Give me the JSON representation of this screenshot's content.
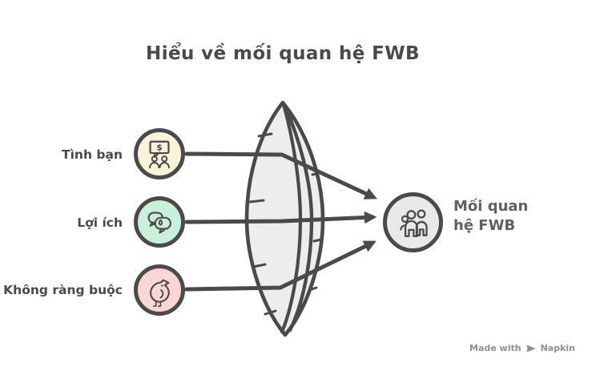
{
  "title": "Hiểu về mối quan hệ FWB",
  "inputs": [
    {
      "label": "Tình bạn",
      "icon": "people-money-chat-icon",
      "bubble_glyph": "$"
    },
    {
      "label": "Lợi ích",
      "icon": "speech-bubbles-icon"
    },
    {
      "label": "Không ràng buộc",
      "icon": "bird-icon"
    }
  ],
  "output": {
    "label": "Mối quan hệ FWB",
    "icon": "people-group-icon"
  },
  "badge": {
    "prefix": "Made with",
    "brand": "Napkin"
  },
  "colors": {
    "ink": "#4a4a4a",
    "soft_ink": "#606060",
    "badge_gray": "#8f8f8f",
    "cream": "#f8f3d9",
    "mint": "#c8f0da",
    "pink": "#f8d6d4",
    "lens_fill": "#ededed",
    "node_fill": "#e9e9e9"
  }
}
